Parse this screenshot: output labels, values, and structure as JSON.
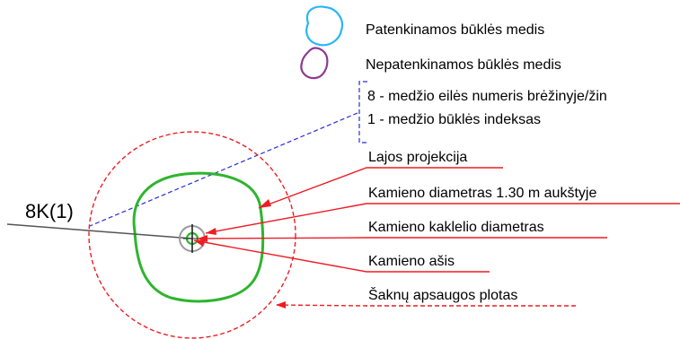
{
  "legend": {
    "satisfactory_label": "Patenkinamos būklės medis",
    "satisfactory_color": "#29b6f6",
    "unsatisfactory_label": "Nepatenkinamos būklės medis",
    "unsatisfactory_color": "#8e3a8e"
  },
  "tree_id": {
    "text": "8K(1)",
    "note_line1": "8 - medžio eilės numeris brėžinyje/žin",
    "note_line2": "1 - medžio būklės indeksas",
    "note_color": "#2b2bd9"
  },
  "callouts": [
    {
      "key": "crown",
      "label": "Lajos projekcija"
    },
    {
      "key": "trunk_diameter",
      "label": "Kamieno diametras 1.30 m aukštyje"
    },
    {
      "key": "root_collar",
      "label": "Kamieno kaklelio diametras"
    },
    {
      "key": "axis",
      "label": "Kamieno ašis"
    },
    {
      "key": "root_zone",
      "label": "Šaknų apsaugos plotas"
    }
  ],
  "colors": {
    "callout": "#ee1c24",
    "crown": "#2db52d",
    "root_zone": "#ee1c24",
    "trunk_ring": "#999999",
    "pointer": "#555555"
  }
}
